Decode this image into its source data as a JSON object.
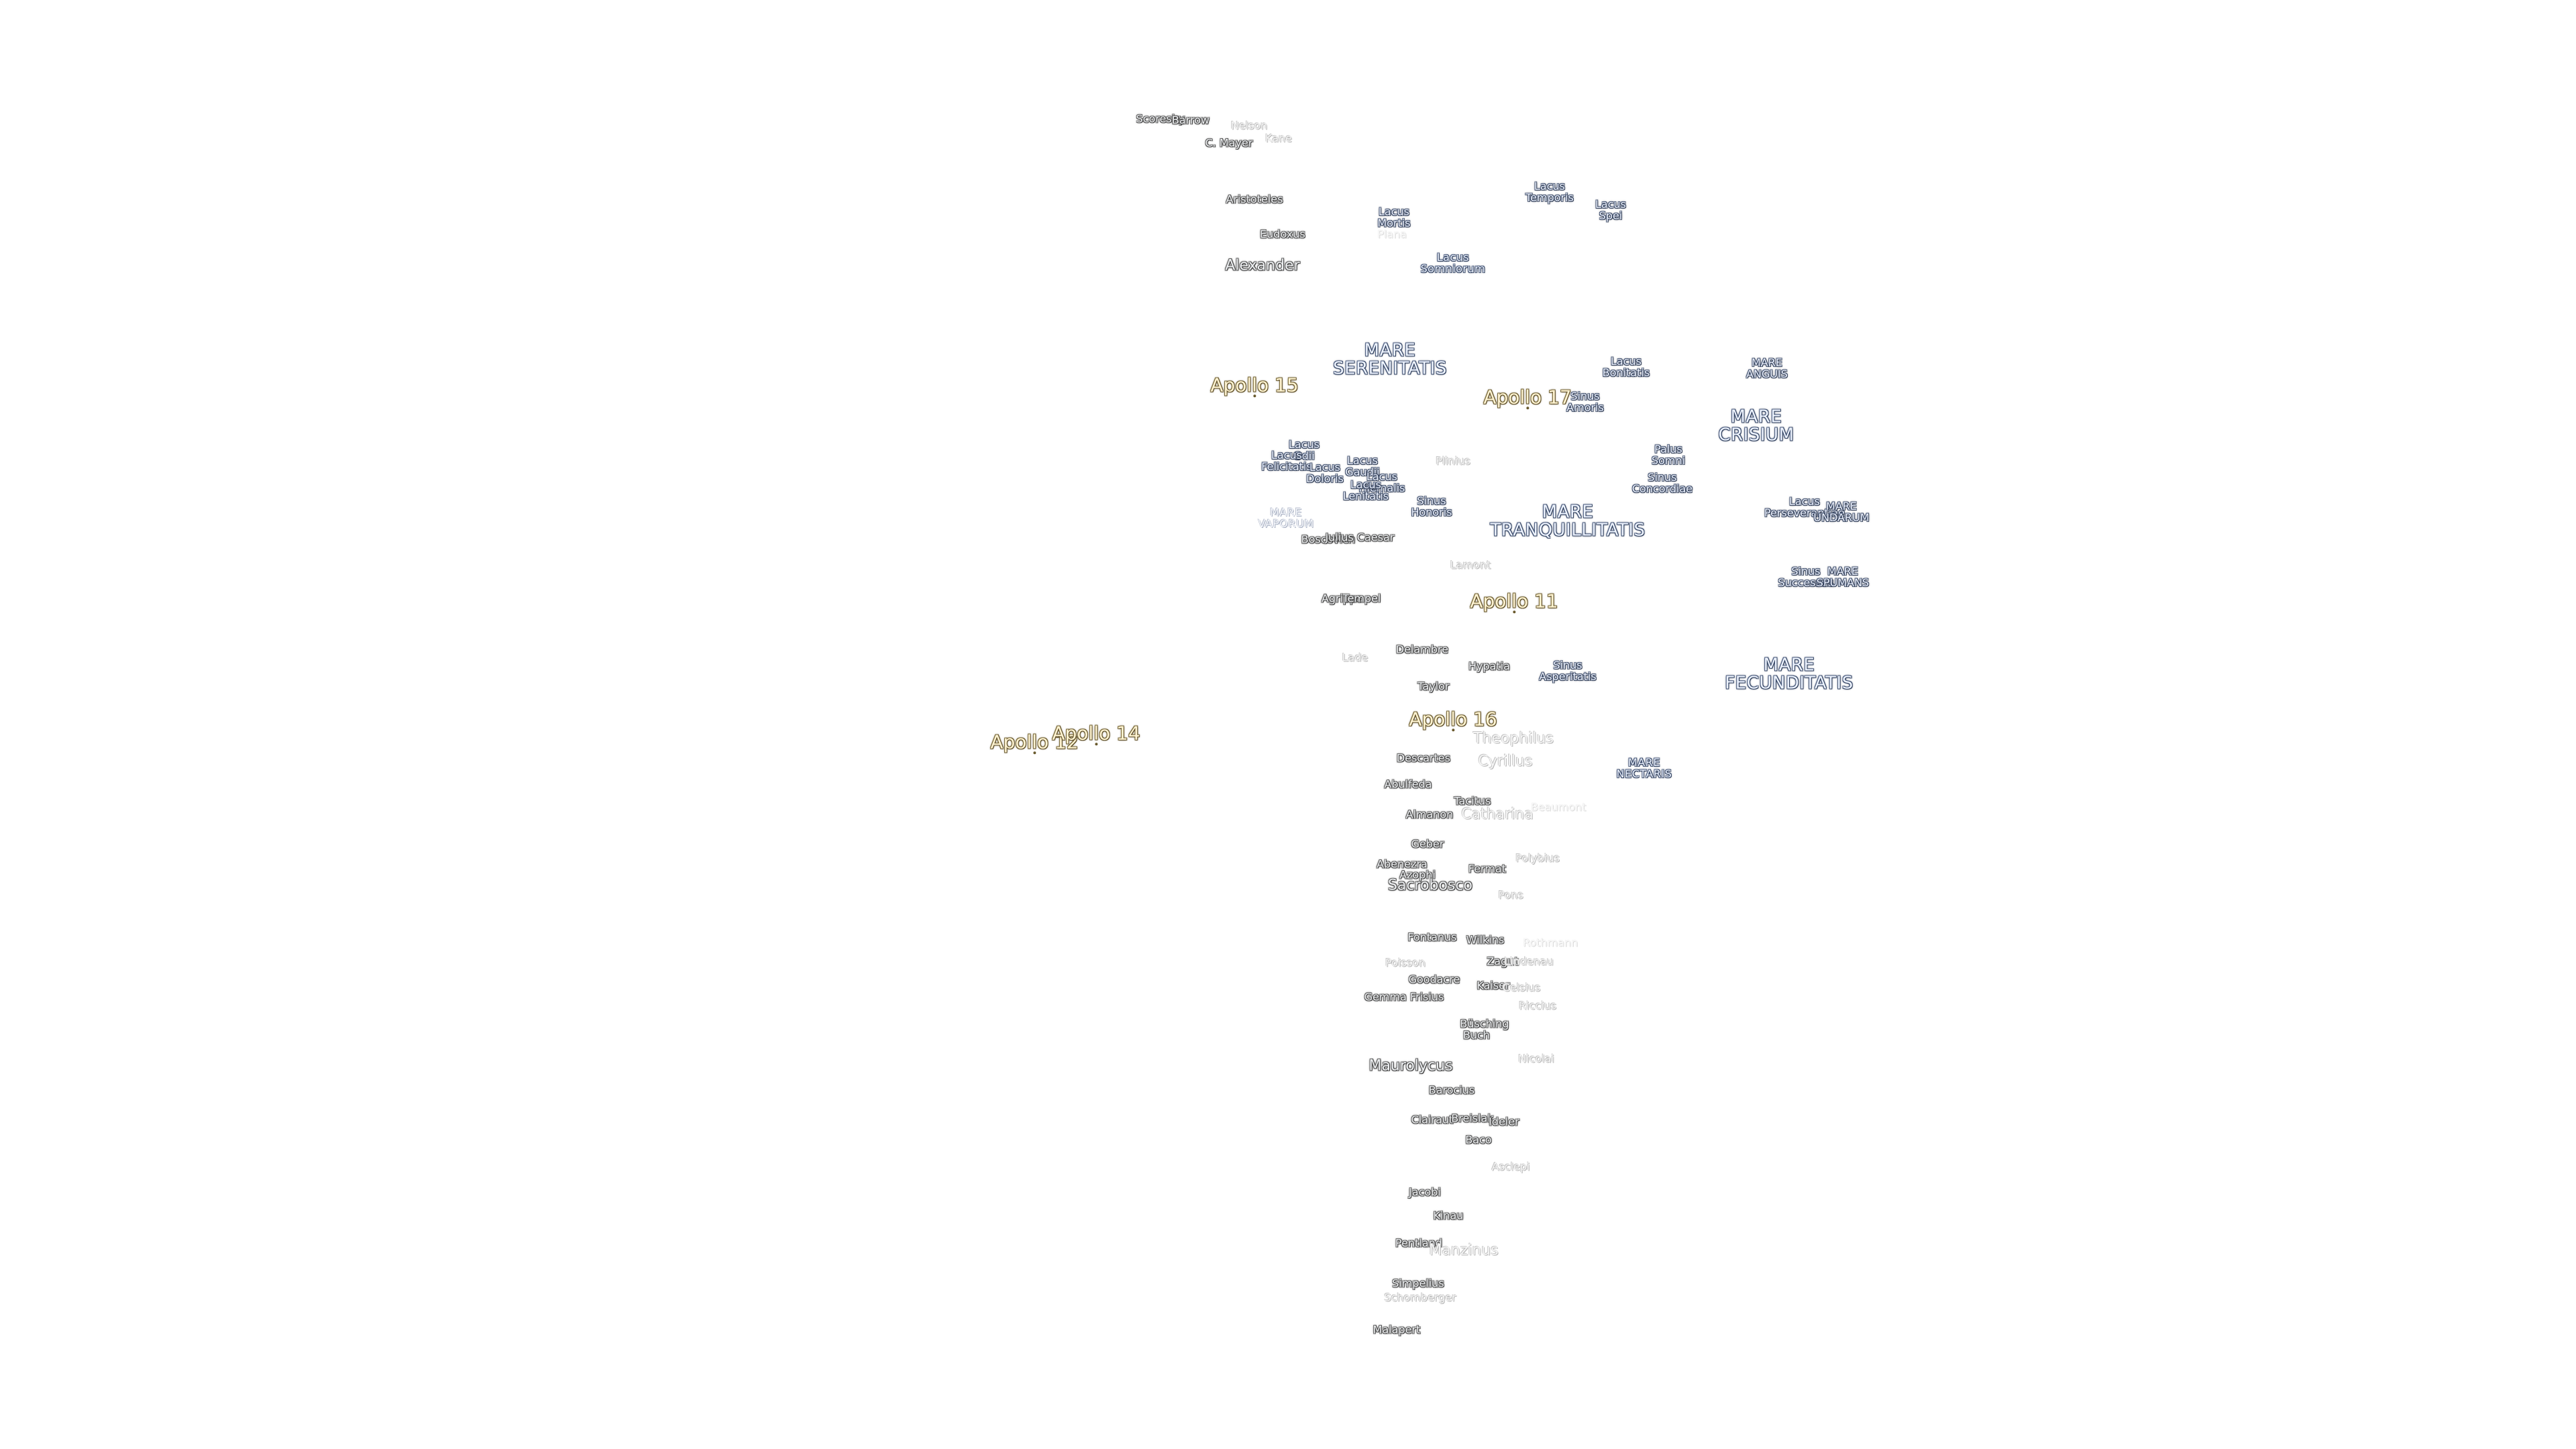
{
  "labels": [
    {
      "id": "scoresby",
      "text": "Scoresby",
      "kind": "crater"
    },
    {
      "id": "barrow",
      "text": "Barrow",
      "kind": "crater"
    },
    {
      "id": "nelson",
      "text": "Nelson",
      "kind": "crater faint"
    },
    {
      "id": "kane",
      "text": "Kane",
      "kind": "crater faint"
    },
    {
      "id": "cmayer",
      "text": "C. Mayer",
      "kind": "crater"
    },
    {
      "id": "aristoteles",
      "text": "Aristoteles",
      "kind": "crater"
    },
    {
      "id": "eudoxus",
      "text": "Eudoxus",
      "kind": "crater"
    },
    {
      "id": "alexander",
      "text": "Alexander",
      "kind": "crater big"
    },
    {
      "id": "lacus-mortis",
      "text": "Lacus\nMortis",
      "kind": "feature"
    },
    {
      "id": "plana",
      "text": "Plana",
      "kind": "crater vfaint"
    },
    {
      "id": "lacus-somniorum",
      "text": "Lacus\nSomniorum",
      "kind": "mare small"
    },
    {
      "id": "lacus-temporis",
      "text": "Lacus\nTemporis",
      "kind": "feature"
    },
    {
      "id": "lacus-spei",
      "text": "Lacus\nSpei",
      "kind": "feature"
    },
    {
      "id": "mare-serenitatis",
      "text": "MARE\nSERENITATIS",
      "kind": "mare"
    },
    {
      "id": "apollo-15",
      "text": "Apollo 15",
      "kind": "apollo"
    },
    {
      "id": "apollo-17",
      "text": "Apollo 17",
      "kind": "apollo"
    },
    {
      "id": "sinus-amoris",
      "text": "Sinus\nAmoris",
      "kind": "feature"
    },
    {
      "id": "lacus-bonitatis",
      "text": "Lacus\nBonitatis",
      "kind": "feature"
    },
    {
      "id": "mare-anguis",
      "text": "MARE\nANGUIS",
      "kind": "feature"
    },
    {
      "id": "mare-crisium",
      "text": "MARE\nCRISIUM",
      "kind": "mare"
    },
    {
      "id": "lacus-odii",
      "text": "Lacus\nOdii",
      "kind": "feature"
    },
    {
      "id": "lacus-felicitatis",
      "text": "Lacus\nFelicitatis",
      "kind": "feature"
    },
    {
      "id": "lacus-doloris",
      "text": "Lacus\nDoloris",
      "kind": "feature"
    },
    {
      "id": "lacus-gaudii",
      "text": "Lacus\nGaudii",
      "kind": "feature"
    },
    {
      "id": "lacus-hiemalis",
      "text": "Lacus\nHiemalis",
      "kind": "feature"
    },
    {
      "id": "lacus-lenitatis",
      "text": "Lacus\nLenitatis",
      "kind": "feature"
    },
    {
      "id": "plinius",
      "text": "Plinius",
      "kind": "crater faint"
    },
    {
      "id": "sinus-honoris",
      "text": "Sinus\nHonoris",
      "kind": "feature"
    },
    {
      "id": "mare-vaporum",
      "text": "MARE\nVAPORUM",
      "kind": "mare faint small"
    },
    {
      "id": "mare-tranquillitatis",
      "text": "MARE\nTRANQUILLITATIS",
      "kind": "mare"
    },
    {
      "id": "palus-somni",
      "text": "Palus\nSomni",
      "kind": "feature"
    },
    {
      "id": "sinus-concordiae",
      "text": "Sinus\nConcordiae",
      "kind": "feature"
    },
    {
      "id": "lacus-perseverantiae",
      "text": "Lacus\nPerseverantiae",
      "kind": "feature"
    },
    {
      "id": "mare-undarum",
      "text": "MARE\nUNDARUM",
      "kind": "feature"
    },
    {
      "id": "boscovich",
      "text": "Boscovich",
      "kind": "crater"
    },
    {
      "id": "julius-caesar",
      "text": "Julius Caesar",
      "kind": "crater"
    },
    {
      "id": "lamont",
      "text": "Lamont",
      "kind": "crater faint"
    },
    {
      "id": "sinus-successus",
      "text": "Sinus\nSuccessus",
      "kind": "feature"
    },
    {
      "id": "mare-spumans",
      "text": "MARE\nSPUMANS",
      "kind": "feature"
    },
    {
      "id": "agrippa",
      "text": "Agrippa",
      "kind": "crater"
    },
    {
      "id": "tempel",
      "text": "Tempel",
      "kind": "crater"
    },
    {
      "id": "apollo-11",
      "text": "Apollo 11",
      "kind": "apollo"
    },
    {
      "id": "delambre",
      "text": "Delambre",
      "kind": "crater"
    },
    {
      "id": "lade",
      "text": "Lade",
      "kind": "crater faint"
    },
    {
      "id": "hypatia",
      "text": "Hypatia",
      "kind": "crater"
    },
    {
      "id": "sinus-asperitatis",
      "text": "Sinus\nAsperitatis",
      "kind": "feature"
    },
    {
      "id": "mare-fecunditatis",
      "text": "MARE\nFECUNDITATIS",
      "kind": "mare"
    },
    {
      "id": "taylor",
      "text": "Taylor",
      "kind": "crater"
    },
    {
      "id": "apollo-16",
      "text": "Apollo 16",
      "kind": "apollo"
    },
    {
      "id": "theophilus",
      "text": "Theophilus",
      "kind": "crater big faint"
    },
    {
      "id": "apollo-12",
      "text": "Apollo 12",
      "kind": "apollo"
    },
    {
      "id": "apollo-14",
      "text": "Apollo 14",
      "kind": "apollo"
    },
    {
      "id": "descartes",
      "text": "Descartes",
      "kind": "crater"
    },
    {
      "id": "cyrillus",
      "text": "Cyrillus",
      "kind": "crater big faint"
    },
    {
      "id": "mare-nectaris",
      "text": "MARE\nNECTARIS",
      "kind": "mare small"
    },
    {
      "id": "abulfeda",
      "text": "Abulfeda",
      "kind": "crater"
    },
    {
      "id": "tacitus",
      "text": "Tacitus",
      "kind": "crater"
    },
    {
      "id": "almanon",
      "text": "Almanon",
      "kind": "crater"
    },
    {
      "id": "catharina",
      "text": "Catharina",
      "kind": "crater big faint"
    },
    {
      "id": "beaumont",
      "text": "Beaumont",
      "kind": "crater vfaint"
    },
    {
      "id": "geber",
      "text": "Geber",
      "kind": "crater"
    },
    {
      "id": "polybius",
      "text": "Polybius",
      "kind": "crater faint"
    },
    {
      "id": "abenezra",
      "text": "Abenezra",
      "kind": "crater"
    },
    {
      "id": "azophi",
      "text": "Azophi",
      "kind": "crater"
    },
    {
      "id": "fermat",
      "text": "Fermat",
      "kind": "crater"
    },
    {
      "id": "sacrobosco",
      "text": "Sacrobosco",
      "kind": "crater big"
    },
    {
      "id": "pons",
      "text": "Pons",
      "kind": "crater faint"
    },
    {
      "id": "fontanus",
      "text": "Fontanus",
      "kind": "crater"
    },
    {
      "id": "wilkins",
      "text": "Wilkins",
      "kind": "crater"
    },
    {
      "id": "rothmann",
      "text": "Rothmann",
      "kind": "crater vfaint"
    },
    {
      "id": "poisson",
      "text": "Poisson",
      "kind": "crater faint"
    },
    {
      "id": "zagut",
      "text": "Zagut",
      "kind": "crater"
    },
    {
      "id": "lindenau",
      "text": "Lindenau",
      "kind": "crater faint"
    },
    {
      "id": "goodacre",
      "text": "Goodacre",
      "kind": "crater"
    },
    {
      "id": "kaiser",
      "text": "Kaiser",
      "kind": "crater"
    },
    {
      "id": "celsius",
      "text": "Celsius",
      "kind": "crater faint"
    },
    {
      "id": "gemma-frisius",
      "text": "Gemma Frisius",
      "kind": "crater"
    },
    {
      "id": "riccius",
      "text": "Riccius",
      "kind": "crater faint"
    },
    {
      "id": "busching",
      "text": "Büsching",
      "kind": "crater"
    },
    {
      "id": "buch",
      "text": "Buch",
      "kind": "crater"
    },
    {
      "id": "nicolai",
      "text": "Nicolai",
      "kind": "crater faint"
    },
    {
      "id": "maurolycus",
      "text": "Maurolycus",
      "kind": "crater big"
    },
    {
      "id": "barocius",
      "text": "Barocius",
      "kind": "crater"
    },
    {
      "id": "clairaut",
      "text": "Clairaut",
      "kind": "crater"
    },
    {
      "id": "breislak",
      "text": "Breislak",
      "kind": "crater"
    },
    {
      "id": "ideler",
      "text": "Ideler",
      "kind": "crater"
    },
    {
      "id": "baco",
      "text": "Baco",
      "kind": "crater"
    },
    {
      "id": "asclepi",
      "text": "Asclepi",
      "kind": "crater faint"
    },
    {
      "id": "jacobi",
      "text": "Jacobi",
      "kind": "crater"
    },
    {
      "id": "kinau",
      "text": "Kinau",
      "kind": "crater"
    },
    {
      "id": "pentland",
      "text": "Pentland",
      "kind": "crater"
    },
    {
      "id": "manzinus",
      "text": "Manzinus",
      "kind": "crater big faint"
    },
    {
      "id": "simpelius",
      "text": "Simpelius",
      "kind": "crater"
    },
    {
      "id": "schomberger",
      "text": "Schomberger",
      "kind": "crater faint"
    },
    {
      "id": "malapert",
      "text": "Malapert",
      "kind": "crater"
    }
  ]
}
